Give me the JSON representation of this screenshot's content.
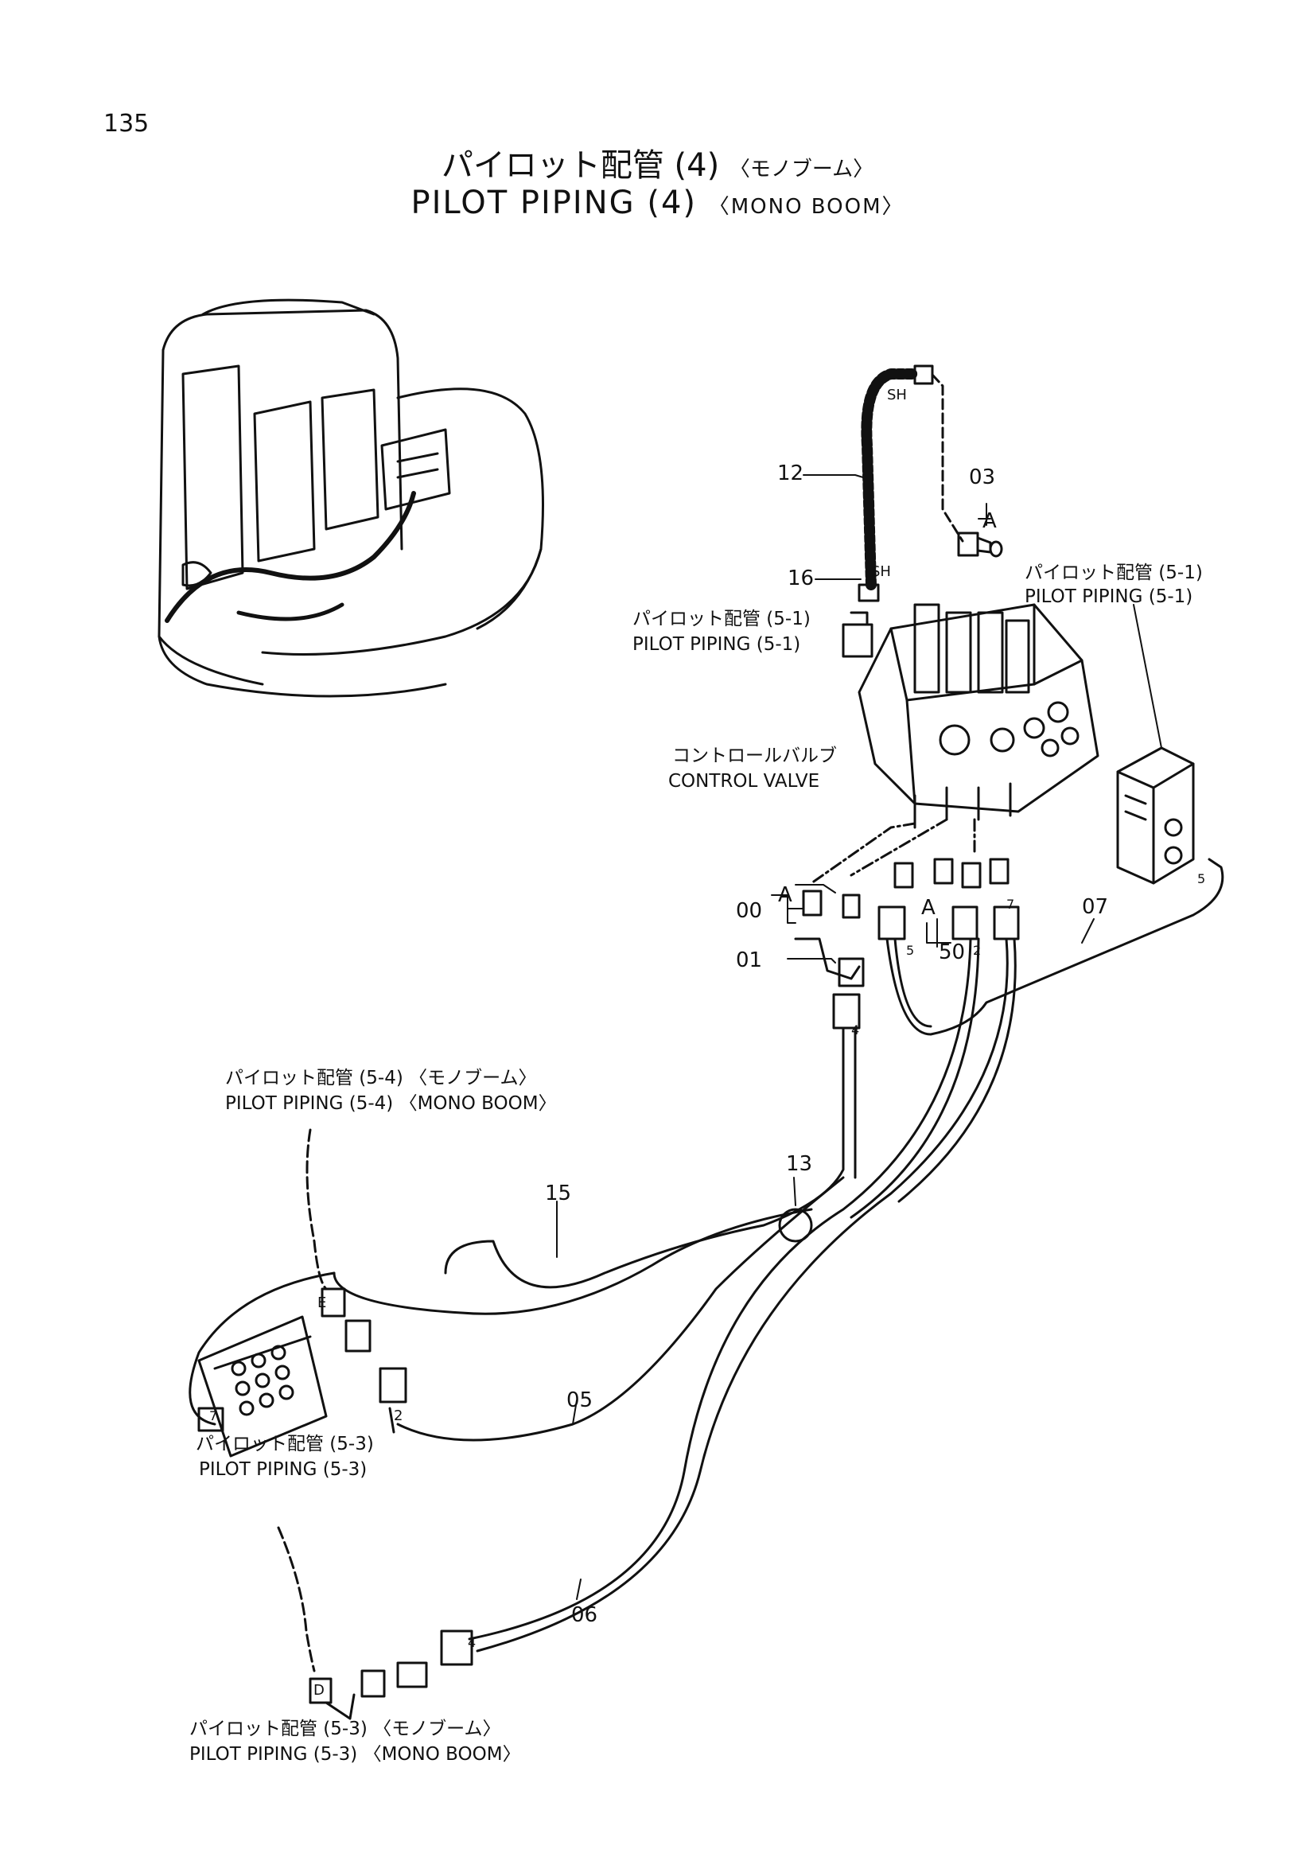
{
  "page_number": "135",
  "title": {
    "jp": "パイロット配管 (4)",
    "jp_sub": "〈モノブーム〉",
    "en": "PILOT PIPING (4)",
    "en_sub": "〈MONO BOOM〉"
  },
  "callouts": {
    "c12": "12",
    "c16": "16",
    "c03": "03",
    "c00": "00",
    "c01": "01",
    "c50": "50",
    "c07": "07",
    "c13": "13",
    "c15": "15",
    "c05": "05",
    "c06": "06"
  },
  "markers": {
    "a_top": "A",
    "a_left": "A",
    "a_mid": "A",
    "sh_top": "SH",
    "sh_bottom": "SH",
    "e": "E",
    "d": "D",
    "hose_5": "5",
    "hose_2": "2",
    "hose_7": "7",
    "hose_4": "4",
    "hose_5r": "5",
    "hose_2b": "2",
    "hose_7b": "7",
    "hose_4b": "4"
  },
  "labels": {
    "pp51_right_jp": "パイロット配管 (5-1)",
    "pp51_right_en": "PILOT PIPING (5-1)",
    "pp51_left_jp": "パイロット配管 (5-1)",
    "pp51_left_en": "PILOT PIPING (5-1)",
    "cv_jp": "コントロールバルブ",
    "cv_en": "CONTROL VALVE",
    "pp54_jp": "パイロット配管 (5-4) 〈モノブーム〉",
    "pp54_en": "PILOT PIPING (5-4) 〈MONO BOOM〉",
    "pp53_jp": "パイロット配管 (5-3)",
    "pp53_en": "PILOT PIPING (5-3)",
    "pp53mb_jp": "パイロット配管 (5-3) 〈モノブーム〉",
    "pp53mb_en": "PILOT PIPING (5-3) 〈MONO BOOM〉"
  }
}
